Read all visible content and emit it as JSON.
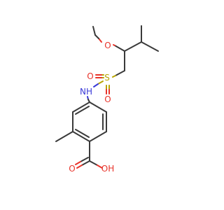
{
  "molecule": {
    "atoms": {
      "methoxy_o": "O",
      "sulfur": "S",
      "sulfonyl_o_left": "O",
      "sulfonyl_o_bottom": "O",
      "amine": "NH",
      "carbonyl_o": "O",
      "hydroxyl": "OH"
    },
    "colors": {
      "carbon_bond": "#3a3a3a",
      "oxygen": "#e8332a",
      "nitrogen": "#3a3ad8",
      "sulfur": "#b8a400"
    }
  }
}
